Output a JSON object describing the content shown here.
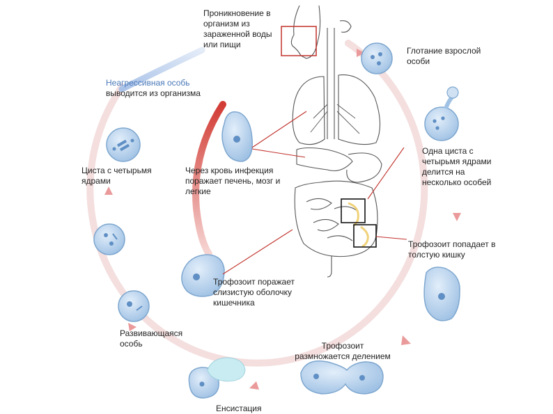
{
  "labels": {
    "penetration": "Проникновение в организм из зараженной воды или пищи",
    "swallow": "Глотание взрослой особи",
    "cyst_divides": "Одна циста с четырьмя ядрами делится на несколько особей",
    "to_colon": "Трофозоит попадает в толстую кишку",
    "multiplies_prefix": "Трофозоит",
    "multiplies_rest": "размножается делением",
    "encystation": "Енсистация",
    "developing": "Развивающаяся особь",
    "four_nuclei": "Циста с четырьмя ядрами",
    "non_aggressive_title": "Неагрессивная особь",
    "non_aggressive_rest": "выводится из организма",
    "blood_infection": "Через кровь инфекция поражает печень, мозг и легкие",
    "mucosa": "Трофозоит поражает слизистую оболочку кишечника"
  },
  "colors": {
    "cycle_ring": "#f4dada",
    "ring_arrow": "#ec9b9b",
    "blue_arc": "#c7d7f0",
    "red_arc": "#d9473f",
    "cell_fill": "#b9d4ee",
    "cell_stroke": "#7ea7cf",
    "nucleus": "#5f8fc4",
    "leader_line": "#c0302a",
    "anatomy_line": "#555555",
    "intestine_box": "#111111",
    "mouth_box": "#c0302a",
    "label_blue": "#4a79b8"
  }
}
